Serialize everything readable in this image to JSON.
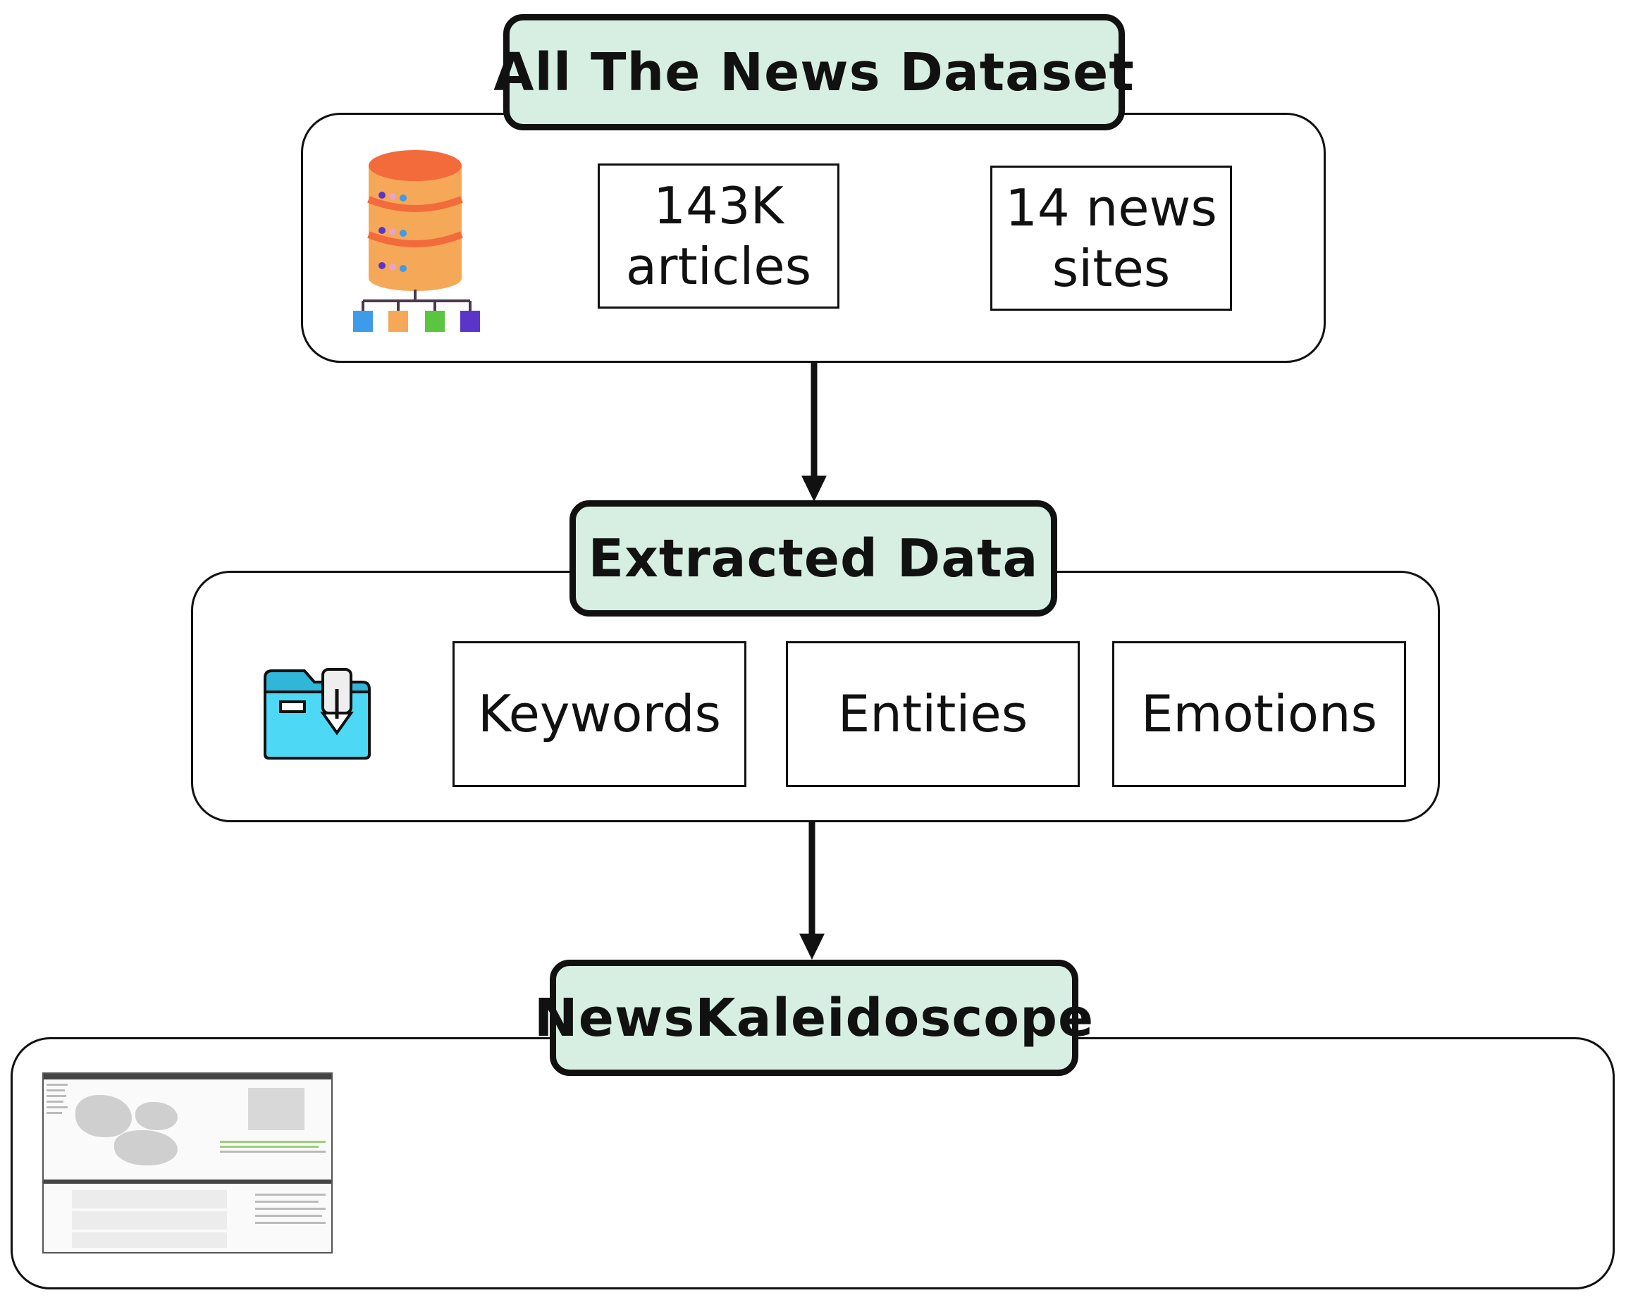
{
  "stages": [
    {
      "title": "All The News Dataset",
      "icon": "database-icon",
      "items": [
        "143K\narticles",
        "14 news\nsites"
      ]
    },
    {
      "title": "Extracted Data",
      "icon": "folder-download-icon",
      "items": [
        "Keywords",
        "Entities",
        "Emotions"
      ]
    },
    {
      "title": "NewsKaleidoscope",
      "icon": "app-screenshot-thumbnail",
      "items": []
    }
  ],
  "colors": {
    "title_fill": "#d6efe2",
    "db_orange": "#f5a857",
    "db_top": "#f36b3b",
    "folder_blue": "#4dd9f5",
    "node_colors": [
      "#3d9be9",
      "#f5a857",
      "#5ac53e",
      "#5b35c9"
    ]
  }
}
